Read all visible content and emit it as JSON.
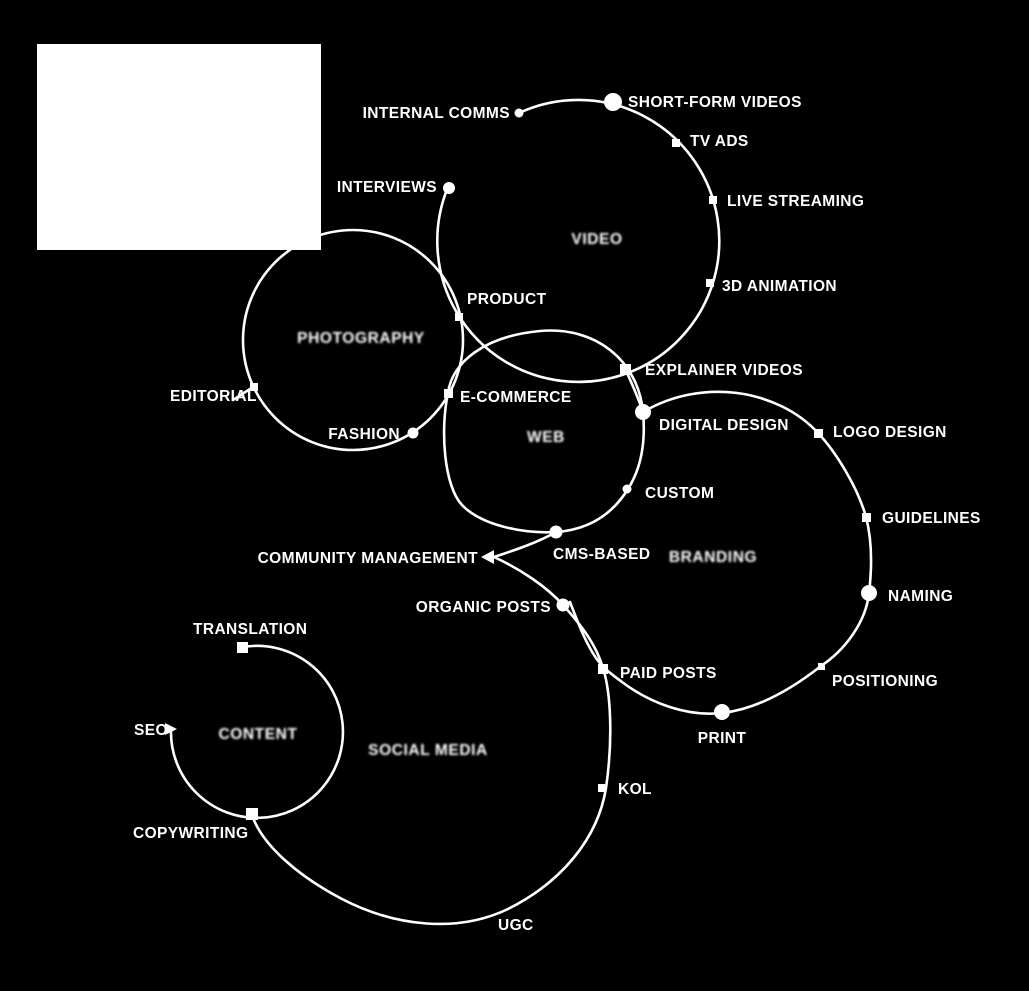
{
  "diagram": {
    "title": "services-network-diagram",
    "colors": {
      "background": "#000000",
      "line": "#ffffff",
      "text": "#ffffff",
      "logo_box": "#ffffff"
    },
    "clusters": {
      "video": {
        "label": "VIDEO",
        "satellites": {
          "short_form_videos": "SHORT-FORM VIDEOS",
          "internal_comms": "INTERNAL COMMS",
          "tv_ads": "TV ADS",
          "live_streaming": "LIVE STREAMING",
          "animation_3d": "3D ANIMATION",
          "interviews": "INTERVIEWS",
          "explainer_videos": "EXPLAINER VIDEOS"
        }
      },
      "photography": {
        "label": "PHOTOGRAPHY",
        "satellites": {
          "product": "PRODUCT",
          "editorial": "EDITORIAL",
          "fashion": "FASHION",
          "e_commerce": "E-COMMERCE"
        }
      },
      "web": {
        "label": "WEB",
        "satellites": {
          "custom": "CUSTOM",
          "cms_based": "CMS-BASED"
        }
      },
      "branding": {
        "label": "BRANDING",
        "satellites": {
          "digital_design": "DIGITAL DESIGN",
          "logo_design": "LOGO DESIGN",
          "guidelines": "GUIDELINES",
          "naming": "NAMING",
          "positioning": "POSITIONING",
          "print": "PRINT"
        }
      },
      "social_media": {
        "label": "SOCIAL MEDIA",
        "satellites": {
          "community_management": "COMMUNITY MANAGEMENT",
          "organic_posts": "ORGANIC POSTS",
          "paid_posts": "PAID POSTS",
          "kol": "KOL",
          "ugc": "UGC"
        }
      },
      "content": {
        "label": "CONTENT",
        "satellites": {
          "translation": "TRANSLATION",
          "seo": "SEO",
          "copywriting": "COPYWRITING"
        }
      }
    }
  }
}
